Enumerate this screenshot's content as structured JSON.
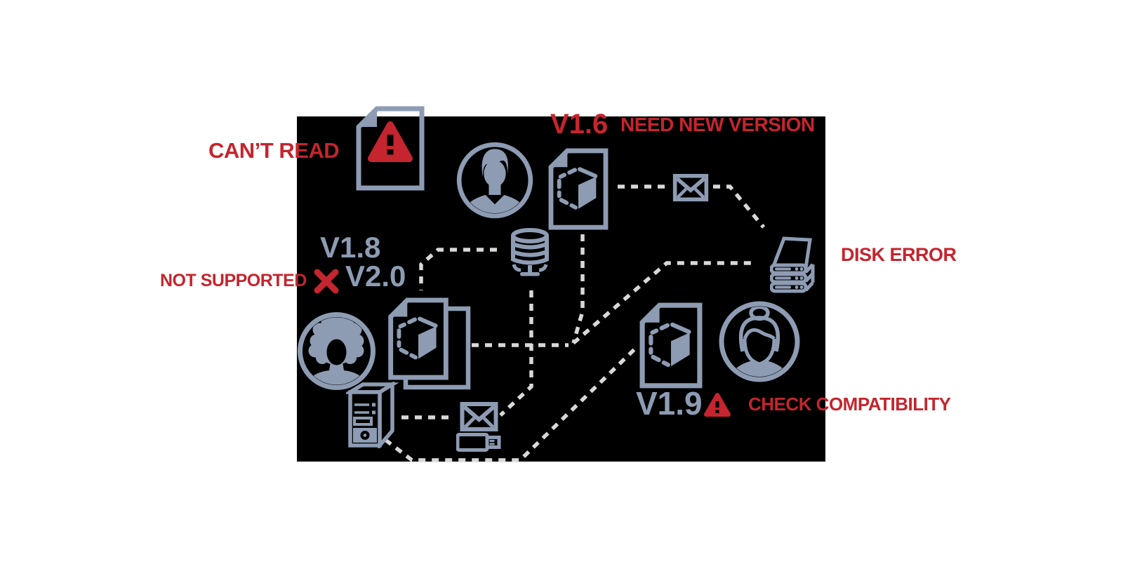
{
  "colors": {
    "background": "#ffffff",
    "canvas": "#000000",
    "icon": "#8d9cb3",
    "alert": "#c4252e",
    "dash": "#d8d8d8"
  },
  "labels": {
    "cant_read": "CAN’T READ",
    "v1_6": "V1.6",
    "need_new_version": "NEED NEW VERSION",
    "disk_error": "DISK ERROR",
    "v1_8": "V1.8",
    "v2_0": "V2.0",
    "not_supported": "NOT SUPPORTED",
    "v1_9": "V1.9",
    "check_compatibility": "CHECK COMPATIBILITY"
  },
  "icons": {
    "warning-document-icon": "document with alert triangle",
    "male-avatar-icon": "man user portrait",
    "model-file-icon": "file with dashed 3d cube",
    "mail-icon": "envelope",
    "database-icon": "database cylinder on stand",
    "server-stack-icon": "stacked disk array",
    "female-avatar-afro-icon": "woman user portrait",
    "documents-stack-icon": "two files with 3d cube",
    "tower-pc-icon": "desktop tower computer",
    "usb-drive-icon": "usb flash drive",
    "female-avatar-bun-icon": "woman user portrait",
    "x-mark-icon": "incompatible cross",
    "warning-triangle-icon": "alert triangle"
  }
}
